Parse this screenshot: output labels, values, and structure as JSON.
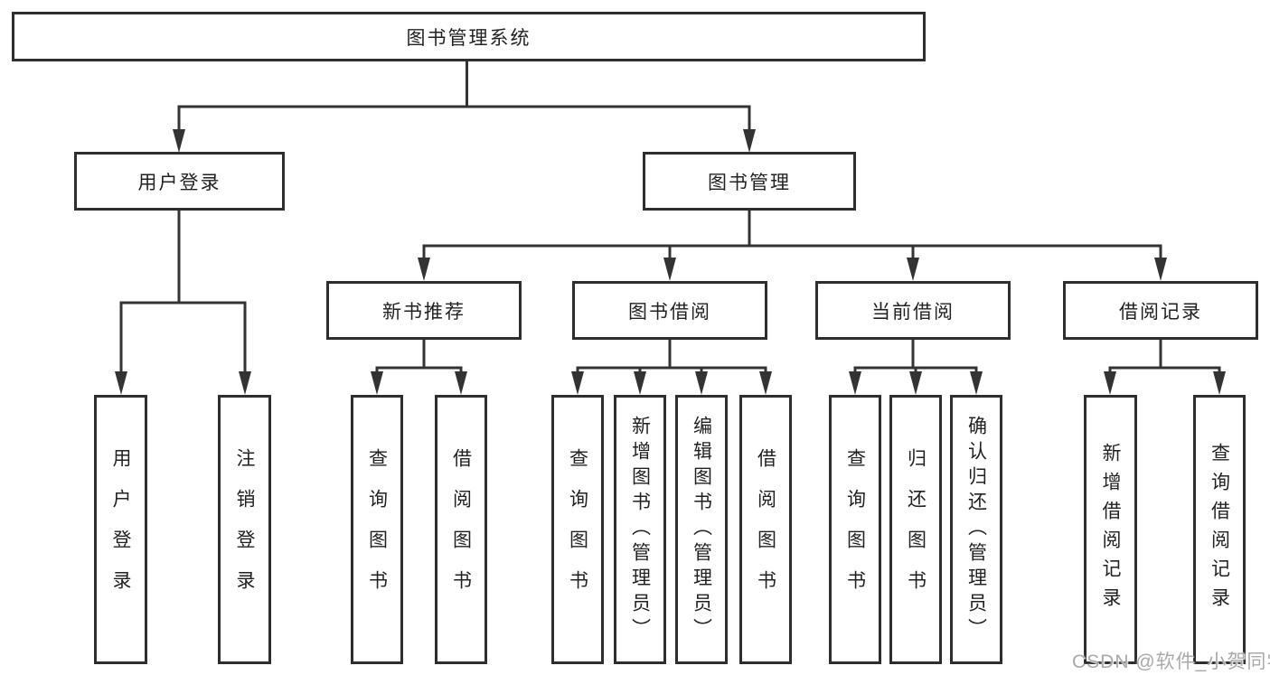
{
  "title": "图书管理系统",
  "watermark": "CSDN @软件_小贺同学",
  "colors": {
    "line": "#333333",
    "box_border": "#2e2e2e",
    "text": "#222222",
    "watermark": "#a9a9a9",
    "background": "#ffffff"
  },
  "nodes": {
    "root": {
      "label": "图书管理系统"
    },
    "user_login": {
      "label": "用户登录"
    },
    "book_mgmt": {
      "label": "图书管理"
    },
    "new_book_rec": {
      "label": "新书推荐"
    },
    "book_borrow": {
      "label": "图书借阅"
    },
    "current_borrow": {
      "label": "当前借阅"
    },
    "borrow_record": {
      "label": "借阅记录"
    },
    "ul_user_login": {
      "label": "用户登录"
    },
    "ul_logout": {
      "label": "注销登录"
    },
    "nb_query_book": {
      "label": "查询图书"
    },
    "nb_borrow_book": {
      "label": "借阅图书"
    },
    "bb_query_book": {
      "label": "查询图书"
    },
    "bb_add_book": {
      "label": "新增图书（管理员）"
    },
    "bb_edit_book": {
      "label": "编辑图书（管理员）"
    },
    "bb_borrow_book": {
      "label": "借阅图书"
    },
    "cb_query_book": {
      "label": "查询图书"
    },
    "cb_return_book": {
      "label": "归还图书"
    },
    "cb_confirm_return": {
      "label": "确认归还（管理员）"
    },
    "br_add_record": {
      "label": "新增借阅记录"
    },
    "br_query_record": {
      "label": "查询借阅记录"
    }
  },
  "hierarchy": {
    "图书管理系统": {
      "用户登录": [
        "用户登录",
        "注销登录"
      ],
      "图书管理": {
        "新书推荐": [
          "查询图书",
          "借阅图书"
        ],
        "图书借阅": [
          "查询图书",
          "新增图书（管理员）",
          "编辑图书（管理员）",
          "借阅图书"
        ],
        "当前借阅": [
          "查询图书",
          "归还图书",
          "确认归还（管理员）"
        ],
        "借阅记录": [
          "新增借阅记录",
          "查询借阅记录"
        ]
      }
    }
  }
}
